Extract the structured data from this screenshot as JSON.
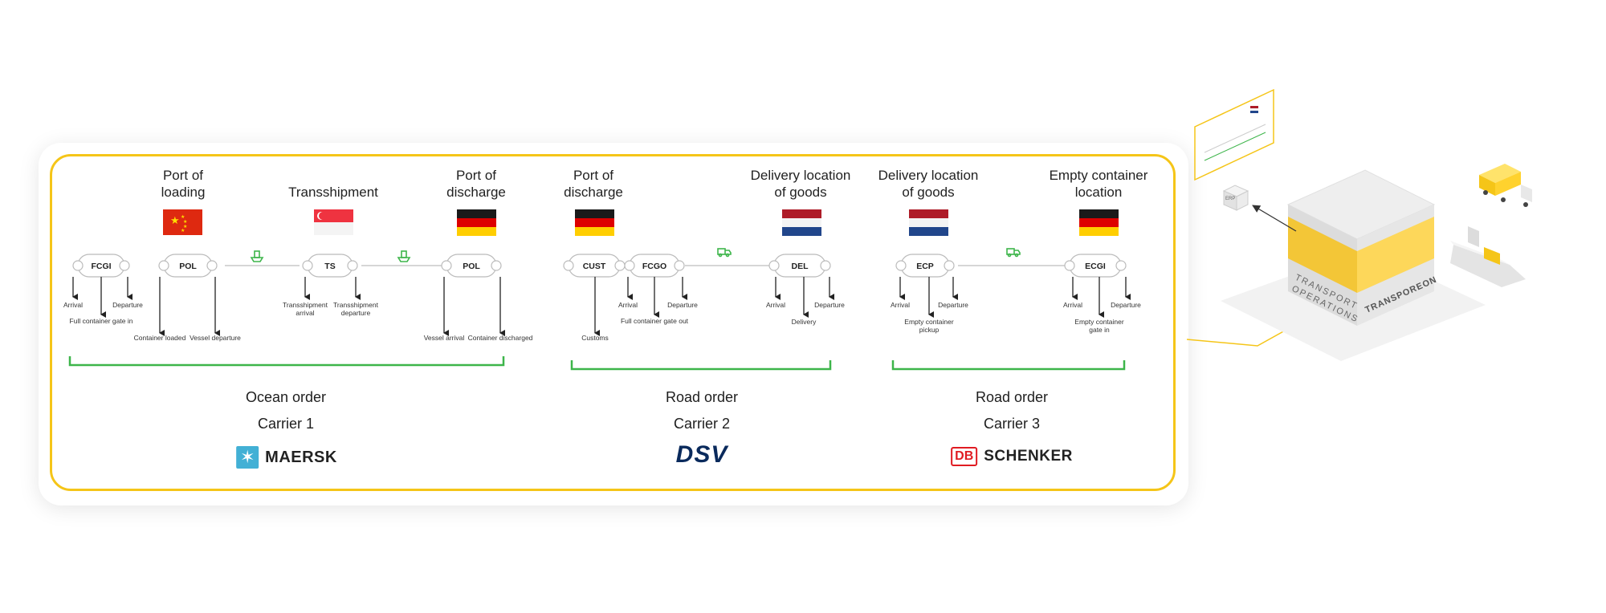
{
  "locations": [
    {
      "label": "Port of\nloading",
      "flag": "china"
    },
    {
      "label": "Transshipment",
      "flag": "singapore"
    },
    {
      "label": "Port of\ndischarge",
      "flag": "germany"
    },
    {
      "label": "Port of\ndischarge",
      "flag": "germany"
    },
    {
      "label": "Delivery location\nof goods",
      "flag": "netherlands"
    },
    {
      "label": "Delivery location\nof goods",
      "flag": "netherlands"
    },
    {
      "label": "Empty container\nlocation",
      "flag": "germany"
    }
  ],
  "nodes": {
    "fcgi": "FCGI",
    "pol1": "POL",
    "ts": "TS",
    "pol2": "POL",
    "cust": "CUST",
    "fcgo": "FCGO",
    "del": "DEL",
    "ecp": "ECP",
    "ecgi": "ECGI"
  },
  "events": {
    "arrival": "Arrival",
    "departure": "Departure",
    "full_gate_in": "Full container gate in",
    "container_loaded": "Container loaded",
    "vessel_departure": "Vessel departure",
    "ts_arrival": "Transshipment\narrival",
    "ts_departure": "Transshipment\ndeparture",
    "vessel_arrival": "Vessel arrival",
    "container_discharged": "Container discharged",
    "customs": "Customs",
    "full_gate_out": "Full container gate out",
    "delivery": "Delivery",
    "empty_pickup": "Empty container\npickup",
    "empty_gate_in": "Empty container\ngate in"
  },
  "orders": [
    {
      "type": "Ocean order",
      "carrier": "Carrier 1",
      "logo": "MAERSK"
    },
    {
      "type": "Road order",
      "carrier": "Carrier 2",
      "logo": "DSV"
    },
    {
      "type": "Road order",
      "carrier": "Carrier 3",
      "logo_badge": "DB",
      "logo": "SCHENKER"
    }
  ],
  "illustration": {
    "box_side_text": "TRANSPORT\nOPERATIONS",
    "box_front_text": "TRANSPOREON",
    "erp_label": "ERP"
  },
  "colors": {
    "frame": "#f5c518",
    "bracket": "#3db54a",
    "mode_icon": "#3db54a"
  }
}
